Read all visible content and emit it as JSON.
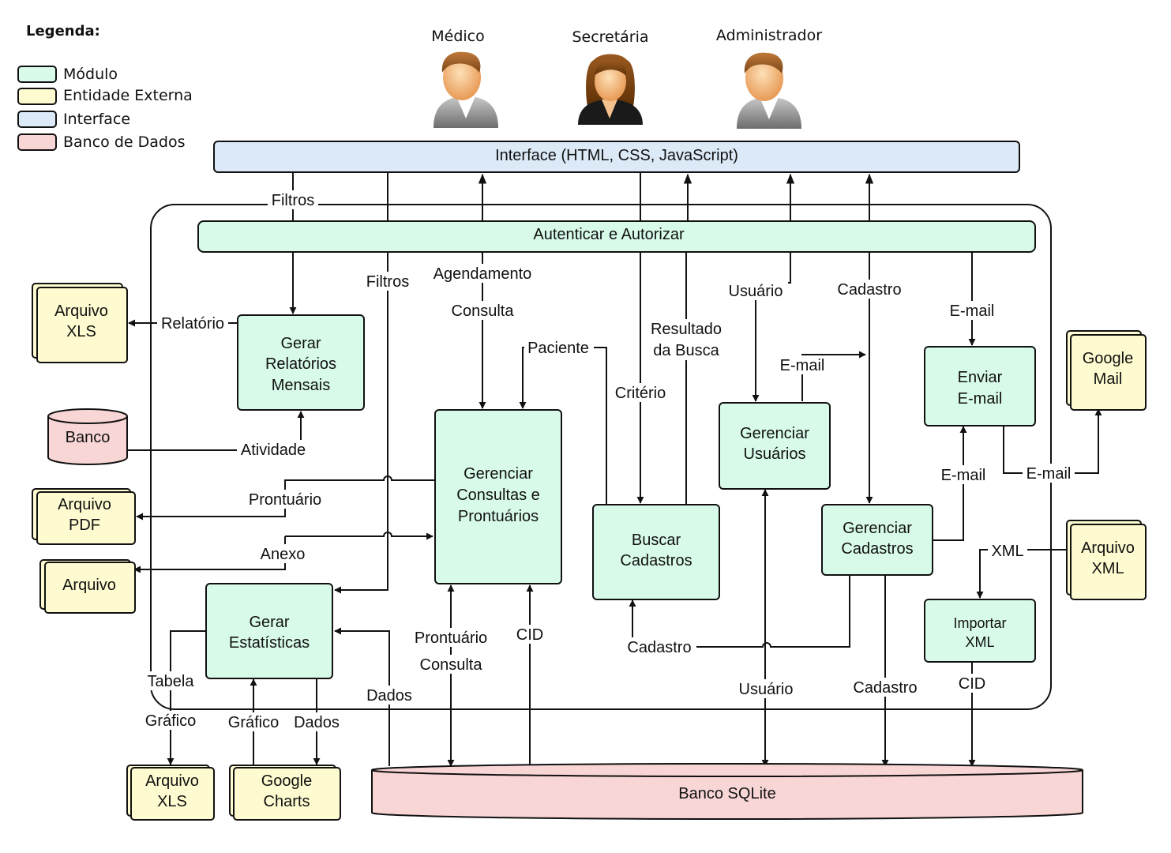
{
  "legend": {
    "title": "Legenda:",
    "items": [
      {
        "label": "Módulo",
        "color": "#d8fbe9"
      },
      {
        "label": "Entidade Externa",
        "color": "#fdfbcf"
      },
      {
        "label": "Interface",
        "color": "#dceaf8"
      },
      {
        "label": "Banco de Dados",
        "color": "#f9d6d6"
      }
    ]
  },
  "actors": {
    "medico": "Médico",
    "secretaria": "Secretária",
    "administrador": "Administrador"
  },
  "interface": {
    "label": "Interface (HTML, CSS, JavaScript)"
  },
  "auth": {
    "label": "Autenticar e Autorizar"
  },
  "modules": {
    "relatorios": [
      "Gerar",
      "Relatórios",
      "Mensais"
    ],
    "consultas": [
      "Gerenciar",
      "Consultas e",
      "Prontuários"
    ],
    "buscar": [
      "Buscar",
      "Cadastros"
    ],
    "usuarios": [
      "Gerenciar",
      "Usuários"
    ],
    "email": [
      "Enviar",
      "E-mail"
    ],
    "cadastros": [
      "Gerenciar",
      "Cadastros"
    ],
    "estatisticas": [
      "Gerar",
      "Estatísticas"
    ],
    "importar_xml": [
      "Importar",
      "XML"
    ]
  },
  "externals": {
    "xls_top": [
      "Arquivo",
      "XLS"
    ],
    "banco": "Banco",
    "pdf": [
      "Arquivo",
      "PDF"
    ],
    "arquivo": "Arquivo",
    "gmail": [
      "Google",
      "Mail"
    ],
    "xml": [
      "Arquivo",
      "XML"
    ],
    "xls_bottom": [
      "Arquivo",
      "XLS"
    ],
    "charts": [
      "Google",
      "Charts"
    ]
  },
  "database": {
    "label": "Banco SQLite"
  },
  "edges": {
    "filtros_top": "Filtros",
    "filtros_mid": "Filtros",
    "agendamento": "Agendamento",
    "consulta_top": "Consulta",
    "usuario_top": "Usuário",
    "cadastro_top": "Cadastro",
    "email_top": "E-mail",
    "relatorio": "Relatório",
    "paciente": "Paciente",
    "resultado": [
      "Resultado",
      "da Busca"
    ],
    "criterio": "Critério",
    "email_usr": "E-mail",
    "atividade": "Atividade",
    "prontuario_pdf": "Prontuário",
    "email_cad": "E-mail",
    "email_gmail": "E-mail",
    "anexo": "Anexo",
    "xml_edge": "XML",
    "prontuario_db": "Prontuário",
    "cid_mid": "CID",
    "consulta_db": "Consulta",
    "cadastro_busca": "Cadastro",
    "tabela": "Tabela",
    "dados_db": "Dados",
    "usuario_db": "Usuário",
    "cadastro_db": "Cadastro",
    "cid_db": "CID",
    "grafico_xls": "Gráfico",
    "grafico_charts": "Gráfico",
    "dados_charts": "Dados"
  }
}
